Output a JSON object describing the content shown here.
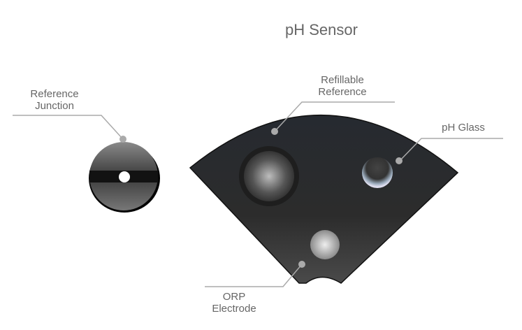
{
  "title": "pH Sensor",
  "labels": {
    "reference_junction": [
      "Reference",
      "Junction"
    ],
    "refillable_reference": [
      "Refillable",
      "Reference"
    ],
    "ph_glass": "pH Glass",
    "orp_electrode": [
      "ORP",
      "Electrode"
    ]
  },
  "colors": {
    "body": "#2a2a2a",
    "leader": "#aaaaaa",
    "text": "#666666"
  }
}
